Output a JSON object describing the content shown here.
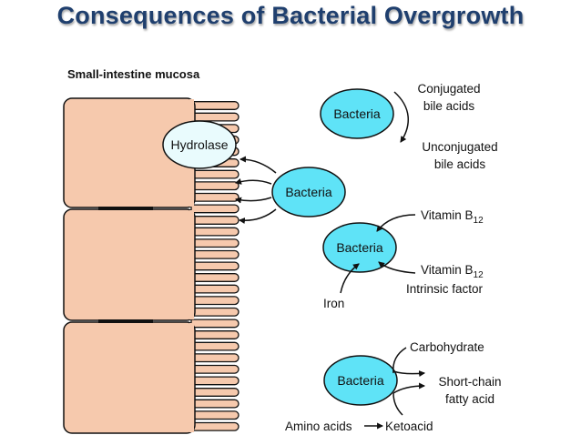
{
  "title": "Consequences of Bacterial Overgrowth",
  "colors": {
    "title": "#1f3f6e",
    "tissue": "#f6c9ad",
    "bacteria": "#5fe3f7",
    "hydrolase": "#e9fbfd",
    "line": "#111111"
  },
  "diagram": {
    "mucosa_label": "Small-intestine mucosa",
    "hydrolase": "Hydrolase",
    "bacteria_label": "Bacteria",
    "bile": {
      "bacteria": "Bacteria",
      "source_1": "Conjugated",
      "source_2": "bile acids",
      "product_1": "Unconjugated",
      "product_2": "bile acids"
    },
    "vitamin": {
      "bacteria": "Bacteria",
      "b12": "Vitamin B",
      "b12_sub": "12",
      "b12_if": "Vitamin B",
      "b12_if_sub": "12",
      "intrinsic": "Intrinsic factor",
      "iron": "Iron"
    },
    "metabolism": {
      "bacteria": "Bacteria",
      "carbohydrate": "Carbohydrate",
      "scfa_1": "Short-chain",
      "scfa_2": "fatty acid",
      "amino": "Amino acids",
      "keto": "Ketoacid"
    }
  }
}
